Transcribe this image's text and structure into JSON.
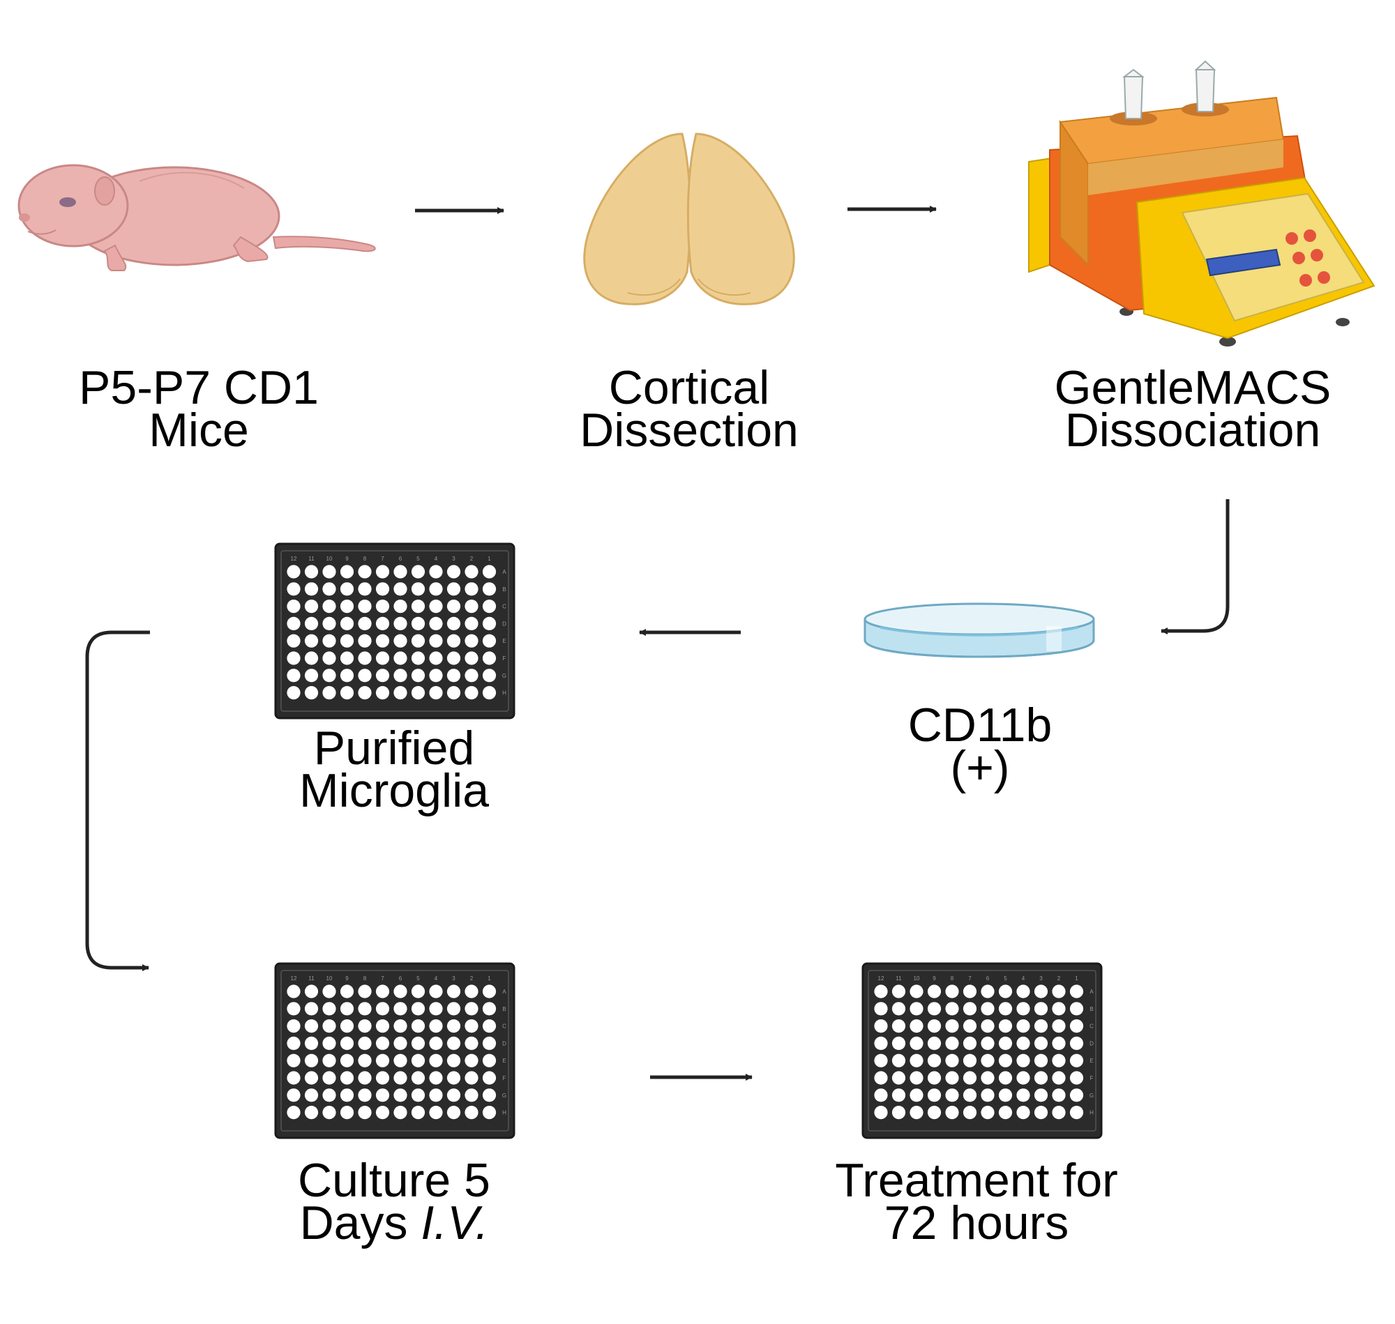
{
  "steps": [
    {
      "id": "mice",
      "line1": "P5-P7 CD1",
      "line2": "Mice",
      "icon": "neonatal-mouse-icon"
    },
    {
      "id": "dissection",
      "line1": "Cortical",
      "line2": "Dissection",
      "icon": "cortex-icon"
    },
    {
      "id": "dissociation",
      "line1": "GentleMACS",
      "line2": "Dissociation",
      "icon": "dissociator-machine-icon"
    },
    {
      "id": "cd11b",
      "line1": "CD11b",
      "line2": "(+)",
      "icon": "petri-dish-icon"
    },
    {
      "id": "purified",
      "line1": "Purified",
      "line2": "Microglia",
      "icon": "well-plate-icon"
    },
    {
      "id": "culture",
      "line1": "Culture 5",
      "line2_plain": "Days ",
      "line2_italic": "I.V.",
      "icon": "well-plate-icon"
    },
    {
      "id": "treatment",
      "line1": "Treatment for",
      "line2": "72 hours",
      "icon": "well-plate-icon"
    }
  ],
  "plate": {
    "rows": [
      "A",
      "B",
      "C",
      "D",
      "E",
      "F",
      "G",
      "H"
    ],
    "cols": [
      "12",
      "11",
      "10",
      "9",
      "8",
      "7",
      "6",
      "5",
      "4",
      "3",
      "2",
      "1"
    ]
  },
  "colors": {
    "arrow": "#222222",
    "plate": "#2b2b2b",
    "well": "#ffffff",
    "mouse": "#ebb3b0",
    "brain": "#efcf91",
    "machine_orange": "#ef6a1f",
    "machine_yellow": "#f7c600",
    "dish": "#bfe2f0"
  }
}
